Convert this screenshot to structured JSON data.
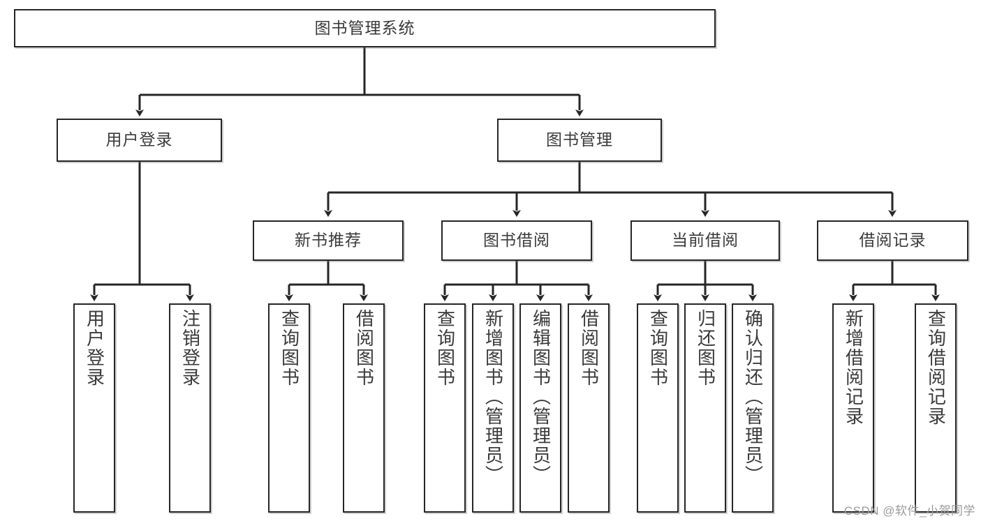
{
  "diagram": {
    "title": "图书管理系统",
    "type": "tree",
    "watermark": "CSDN @软件_小贺同学",
    "colors": {
      "stroke": "#262626",
      "fill": "#ffffff",
      "text": "#3a3a3a",
      "watermark": "#9b9b9b"
    },
    "levels": {
      "root": [
        {
          "id": "root",
          "label": "图书管理系统",
          "orientation": "horizontal"
        }
      ],
      "level2": [
        {
          "id": "user-login",
          "label": "用户登录",
          "orientation": "horizontal"
        },
        {
          "id": "book-manage",
          "label": "图书管理",
          "orientation": "horizontal"
        }
      ],
      "level3": [
        {
          "id": "new-book-rec",
          "label": "新书推荐",
          "orientation": "horizontal"
        },
        {
          "id": "book-borrow",
          "label": "图书借阅",
          "orientation": "horizontal"
        },
        {
          "id": "current-borrow",
          "label": "当前借阅",
          "orientation": "horizontal"
        },
        {
          "id": "borrow-record",
          "label": "借阅记录",
          "orientation": "horizontal"
        }
      ],
      "leaves": [
        {
          "id": "leaf-user-login",
          "label": "用户登录",
          "orientation": "vertical",
          "parent": "user-login"
        },
        {
          "id": "leaf-logout",
          "label": "注销登录",
          "orientation": "vertical",
          "parent": "user-login"
        },
        {
          "id": "leaf-query-book-1",
          "label": "查询图书",
          "orientation": "vertical",
          "parent": "new-book-rec"
        },
        {
          "id": "leaf-borrow-book-1",
          "label": "借阅图书",
          "orientation": "vertical",
          "parent": "new-book-rec"
        },
        {
          "id": "leaf-query-book-2",
          "label": "查询图书",
          "orientation": "vertical",
          "parent": "book-borrow"
        },
        {
          "id": "leaf-add-book",
          "label": "新增图书（管理员）",
          "orientation": "vertical",
          "parent": "book-borrow"
        },
        {
          "id": "leaf-edit-book",
          "label": "编辑图书（管理员）",
          "orientation": "vertical",
          "parent": "book-borrow"
        },
        {
          "id": "leaf-borrow-book-2",
          "label": "借阅图书",
          "orientation": "vertical",
          "parent": "book-borrow"
        },
        {
          "id": "leaf-query-book-3",
          "label": "查询图书",
          "orientation": "vertical",
          "parent": "current-borrow"
        },
        {
          "id": "leaf-return-book",
          "label": "归还图书",
          "orientation": "vertical",
          "parent": "current-borrow"
        },
        {
          "id": "leaf-confirm-return",
          "label": "确认归还（管理员）",
          "orientation": "vertical",
          "parent": "current-borrow"
        },
        {
          "id": "leaf-add-record",
          "label": "新增借阅记录",
          "orientation": "vertical",
          "parent": "borrow-record"
        },
        {
          "id": "leaf-query-record",
          "label": "查询借阅记录",
          "orientation": "vertical",
          "parent": "borrow-record"
        }
      ]
    }
  }
}
